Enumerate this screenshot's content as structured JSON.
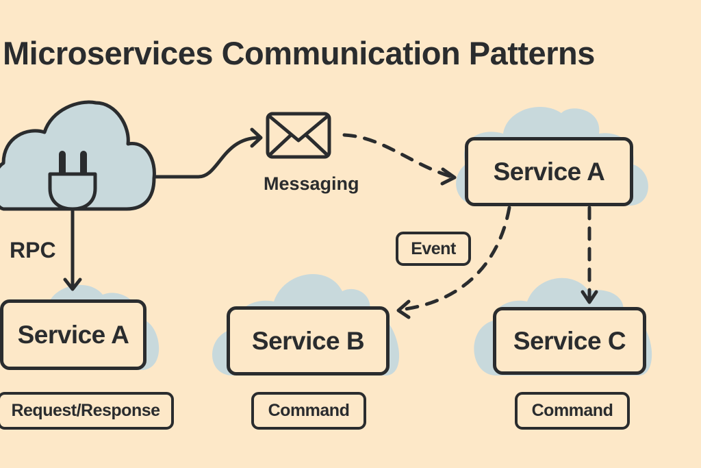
{
  "title": "Microservices Communication Patterns",
  "colors": {
    "background": "#FDE8C8",
    "cloud": "#C8D9DC",
    "stroke": "#2A2C2E"
  },
  "labels": {
    "rpc": "RPC",
    "messaging": "Messaging",
    "event": "Event"
  },
  "services": {
    "top_right": "Service A",
    "bottom_left": "Service A",
    "bottom_middle": "Service B",
    "bottom_right": "Service C"
  },
  "tags": {
    "left": "Request/Response",
    "middle": "Command",
    "right": "Command"
  },
  "icons": {
    "plug": "plug-icon",
    "envelope": "envelope-icon",
    "cloud": "cloud-icon"
  },
  "connections": [
    {
      "from": "plug-cloud",
      "to": "messaging",
      "style": "solid"
    },
    {
      "from": "messaging",
      "to": "service-a-top",
      "style": "dashed"
    },
    {
      "from": "plug-cloud",
      "to": "service-a-bottom",
      "style": "solid",
      "label": "RPC"
    },
    {
      "from": "service-a-top",
      "to": "service-b",
      "style": "dashed",
      "label": "Event"
    },
    {
      "from": "service-a-top",
      "to": "service-c",
      "style": "dashed"
    }
  ]
}
